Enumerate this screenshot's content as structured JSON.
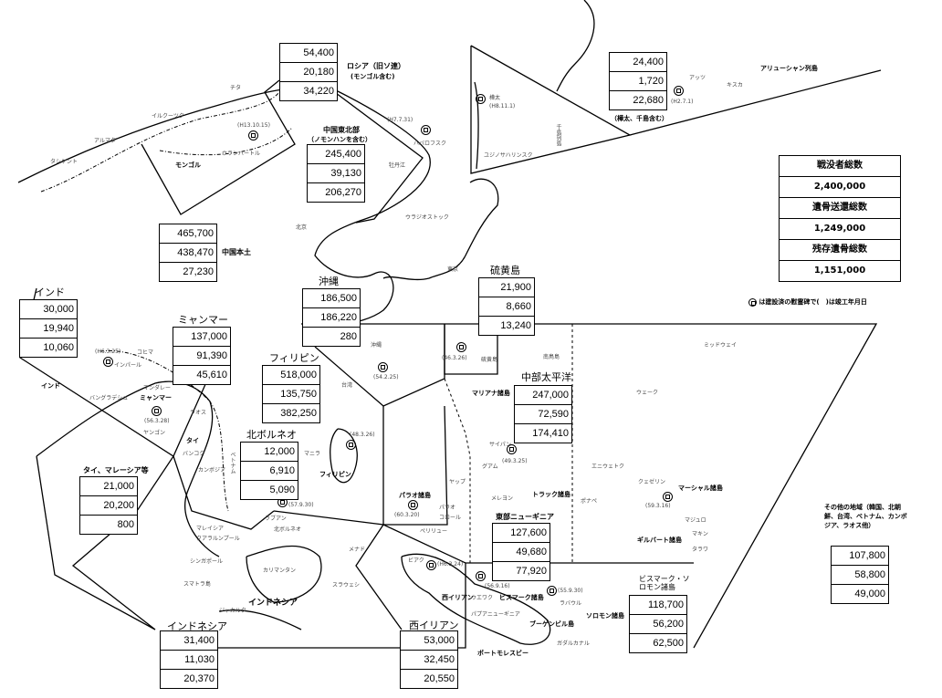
{
  "summary": {
    "total_dead_label": "戦没者総数",
    "total_dead": "2,400,000",
    "returned_label": "遺骨送還総数",
    "returned": "1,249,000",
    "remaining_label": "残存遺骨総数",
    "remaining": "1,151,000"
  },
  "legend": "は建設済の慰霊碑で(　)は竣工年月日",
  "regions": {
    "russia": {
      "title": "ロシア（旧ソ連）",
      "note": "(モンゴル含む)",
      "values": [
        "54,400",
        "20,180",
        "34,220"
      ]
    },
    "sakhalin": {
      "note": "（樺太、千島含む）",
      "values": [
        "24,400",
        "1,720",
        "22,680"
      ]
    },
    "ne_china": {
      "title": "中国東北部",
      "note": "（ノモンハンを含む）",
      "values": [
        "245,400",
        "39,130",
        "206,270"
      ]
    },
    "china": {
      "title": "中国本土",
      "values": [
        "465,700",
        "438,470",
        "27,230"
      ]
    },
    "india": {
      "title": "インド",
      "values": [
        "30,000",
        "19,940",
        "10,060"
      ]
    },
    "myanmar": {
      "title": "ミャンマー",
      "values": [
        "137,000",
        "91,390",
        "45,610"
      ]
    },
    "okinawa": {
      "title": "沖縄",
      "values": [
        "186,500",
        "186,220",
        "280"
      ]
    },
    "philippines": {
      "title": "フィリピン",
      "values": [
        "518,000",
        "135,750",
        "382,250"
      ]
    },
    "n_borneo": {
      "title": "北ボルネオ",
      "values": [
        "12,000",
        "6,910",
        "5,090"
      ]
    },
    "thai_malaysia": {
      "title": "タイ、マレーシア等",
      "values": [
        "21,000",
        "20,200",
        "800"
      ]
    },
    "iwojima": {
      "title": "硫黄島",
      "values": [
        "21,900",
        "8,660",
        "13,240"
      ]
    },
    "central_pacific": {
      "title": "中部太平洋",
      "values": [
        "247,000",
        "72,590",
        "174,410"
      ]
    },
    "east_new_guinea": {
      "title": "東部ニューギニア",
      "values": [
        "127,600",
        "49,680",
        "77,920"
      ]
    },
    "bismarck_solomon": {
      "title": "ビスマーク・ソロモン諸島",
      "values": [
        "118,700",
        "56,200",
        "62,500"
      ]
    },
    "indonesia": {
      "title": "インドネシア",
      "values": [
        "31,400",
        "11,030",
        "20,370"
      ]
    },
    "west_irian": {
      "title": "西イリアン",
      "values": [
        "53,000",
        "32,450",
        "20,550"
      ]
    },
    "other": {
      "title": "その他の地域（韓国、北朝鮮、台湾、ベトナム、カンボジア、ラオス他）",
      "values": [
        "107,800",
        "58,800",
        "49,000"
      ]
    }
  },
  "places": {
    "chita": "チタ",
    "irkutsk": "イルクーツク",
    "almaty": "アルマタ",
    "tashkent": "タシケント",
    "mongol": "モンゴル",
    "ulaanbaatar": "ウランバートル",
    "khabarovsk": "ハバロフスク",
    "mudanjiang": "牡丹江",
    "beijing": "北京",
    "vladivostok": "ウラジオストック",
    "tokyo": "東京",
    "karafuto": "樺太",
    "kuril": "千島列島",
    "yuzhno": "ユジノサハリンスク",
    "attu": "アッツ",
    "kiska": "キスカ",
    "aleutian": "アリューシャン列島",
    "india": "インド",
    "bangladesh": "バングラデシュ",
    "imphal": "インパール",
    "kohima": "コヒマ",
    "mandalay": "マンダレー",
    "myanmar": "ミャンマー",
    "yangon": "ヤンゴン",
    "laos": "ラオス",
    "thai": "タイ",
    "bangkok": "バンコク",
    "cambodia": "カンボジア",
    "vietnam": "ベトナム",
    "malaysia": "マレイシア",
    "kl": "クアラルンプール",
    "singapore": "シンガポール",
    "sumatra": "スマトラ島",
    "kalimantan": "カリマンタン",
    "labuan": "ラブアン",
    "n_borneo": "北ボルネオ",
    "manila": "マニラ",
    "philippines": "フィリピン",
    "taiwan": "台湾",
    "okinawa": "沖縄",
    "iwojima": "硫黄島",
    "minamitori": "南鳥島",
    "midway": "ミッドウェイ",
    "wake": "ウェーク",
    "marianas": "マリアナ諸島",
    "saipan": "サイパン",
    "guam": "グアム",
    "yap": "ヤップ",
    "palau_is": "パラオ諸島",
    "palau": "パラオ",
    "koror": "コロール",
    "peleliu": "ペリリュー",
    "meleyon": "メレヨン",
    "truk": "トラック諸島",
    "ponape": "ポナペ",
    "eniwetok": "エニウェトク",
    "kwajalein": "クェゼリン",
    "marshall": "マーシャル諸島",
    "majuro": "マジュロ",
    "makin": "マキン",
    "tarawa": "タラワ",
    "gilbert": "ギルバート諸島",
    "menado": "メナド",
    "sulawesi": "スラウェシ",
    "indonesia": "インドネシア",
    "jakarta": "ジャカルタ",
    "biak": "ビアク",
    "west_irian": "西イリアン",
    "wewak": "ウエワク",
    "png": "パプアニューギニア",
    "bismarck": "ビスマーク諸島",
    "rabaul": "ラバウル",
    "bougainville": "ブーゲンビル島",
    "solomon": "ソロモン諸島",
    "guadalcanal": "ガダルカナル",
    "port_moresby": "ポートモレスビー"
  },
  "memorial_dates": {
    "ulaanbaatar": "(H13.10.15)",
    "khabarovsk": "(H7.7.31)",
    "karafuto": "(H8.11.1)",
    "attu": "(H2.7.1)",
    "imphal": "(H6.3.25)",
    "yangon": "(56.3.28)",
    "okinawa": "(54.2.25)",
    "iwojima": "(46.3.26)",
    "philippines": "(48.3.26)",
    "saipan": "(49.3.25)",
    "palau": "(60.3.20)",
    "marshall": "(59.3.16)",
    "labuan": "(57.9.30)",
    "biak": "(H6.3.24)",
    "wewak": "(56.9.16)",
    "rabaul": "(55.9.30)"
  }
}
